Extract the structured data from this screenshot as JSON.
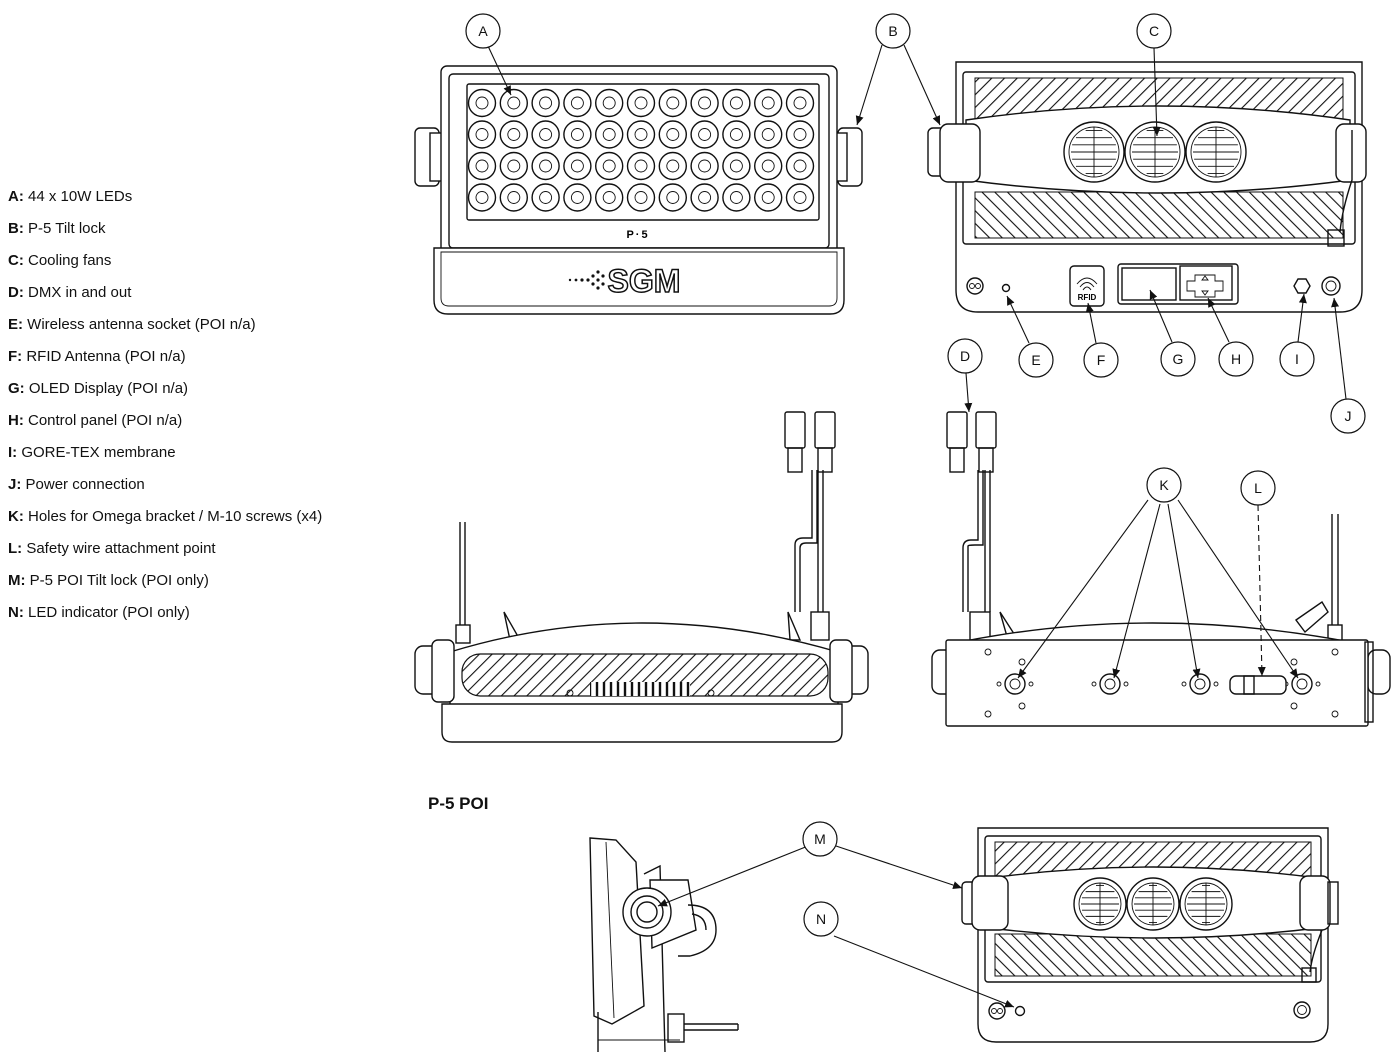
{
  "legend": [
    {
      "key": "A:",
      "text": " 44 x 10W LEDs"
    },
    {
      "key": "B:",
      "text": " P-5 Tilt lock"
    },
    {
      "key": "C:",
      "text": " Cooling fans"
    },
    {
      "key": "D:",
      "text": " DMX in and out"
    },
    {
      "key": "E:",
      "text": " Wireless antenna socket (POI n/a)"
    },
    {
      "key": "F:",
      "text": " RFID Antenna (POI n/a)"
    },
    {
      "key": "G:",
      "text": " OLED Display (POI n/a)"
    },
    {
      "key": "H:",
      "text": " Control panel (POI n/a)"
    },
    {
      "key": "I:",
      "text": " GORE-TEX membrane"
    },
    {
      "key": "J:",
      "text": " Power connection"
    },
    {
      "key": "K:",
      "text": " Holes for Omega bracket / M-10 screws (x4)"
    },
    {
      "key": "L:",
      "text": " Safety wire attachment point"
    },
    {
      "key": "M:",
      "text": " P-5 POI Tilt lock (POI only)"
    },
    {
      "key": "N:",
      "text": " LED indicator (POI only)"
    }
  ],
  "callouts": {
    "A": "A",
    "B": "B",
    "C": "C",
    "D": "D",
    "E": "E",
    "F": "F",
    "G": "G",
    "H": "H",
    "I": "I",
    "J": "J",
    "K": "K",
    "L": "L",
    "M": "M",
    "N": "N"
  },
  "labels": {
    "model_badge": "P·5",
    "brand_logo": "SGM",
    "rfid_label": "RFID",
    "poi_section_title": "P-5 POI"
  }
}
